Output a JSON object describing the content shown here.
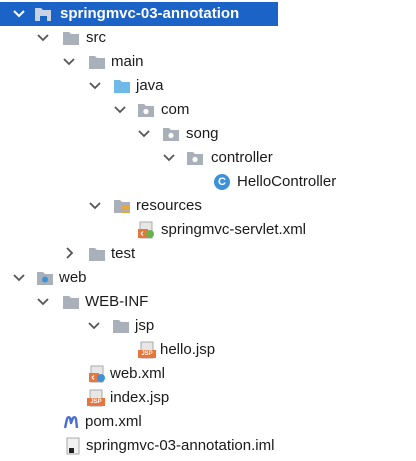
{
  "project_tree": {
    "root": "springmvc-03-annotation",
    "src": "src",
    "main": "main",
    "java": "java",
    "com": "com",
    "song": "song",
    "controller": "controller",
    "hello_controller": "HelloController",
    "resources": "resources",
    "servlet_xml": "springmvc-servlet.xml",
    "test": "test",
    "web": "web",
    "web_inf": "WEB-INF",
    "jsp": "jsp",
    "hello_jsp": "hello.jsp",
    "web_xml": "web.xml",
    "index_jsp": "index.jsp",
    "pom_xml": "pom.xml",
    "iml": "springmvc-03-annotation.iml",
    "class_badge": "C",
    "jsp_badge": "JSP"
  },
  "colors": {
    "selection": "#1c63c8",
    "folder": "#a9b0b9",
    "source_folder": "#6fb9e8",
    "resources_folder_accent": "#e8a53c",
    "class_icon": "#3d91d8",
    "jsp_icon": "#e8753c",
    "maven_icon": "#4a6fd4"
  },
  "icons": {
    "expanded": "chevron-down-icon",
    "collapsed": "chevron-right-icon",
    "folder": "folder-icon",
    "package": "package-icon",
    "class": "java-class-icon",
    "jsp": "jsp-file-icon",
    "xml": "spring-xml-icon",
    "maven": "maven-icon",
    "iml": "module-file-icon",
    "web": "web-folder-icon"
  }
}
